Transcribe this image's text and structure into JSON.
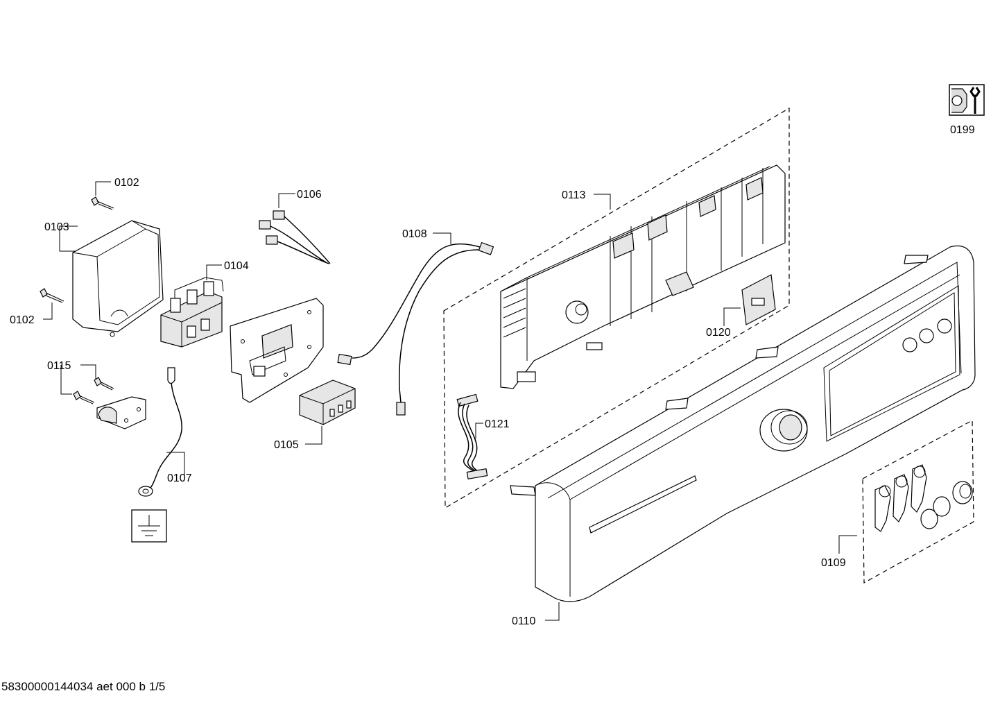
{
  "callouts": {
    "c0102a": "0102",
    "c0102b": "0102",
    "c0103": "0103",
    "c0104": "0104",
    "c0105": "0105",
    "c0106": "0106",
    "c0107": "0107",
    "c0108": "0108",
    "c0109": "0109",
    "c0110": "0110",
    "c0113": "0113",
    "c0115": "0115",
    "c0120": "0120",
    "c0121": "0121",
    "c0199": "0199"
  },
  "footer": "58300000144034 aet 000 b 1/5",
  "icons": {
    "tool": "wrench-icon",
    "ground": "ground-symbol-icon"
  }
}
